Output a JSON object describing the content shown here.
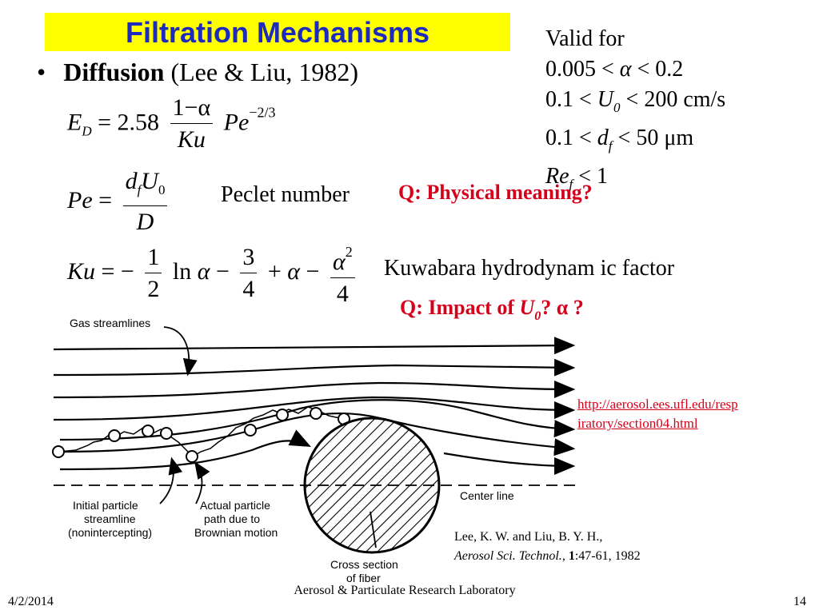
{
  "title": "Filtration Mechanisms",
  "validity": {
    "heading": "Valid for",
    "lines": [
      "0.005 < α < 0.2",
      "0.1 < U0 < 200 cm/s",
      "0.1 < df < 50 μm",
      "Ref < 1"
    ]
  },
  "bullet": {
    "term": "Diffusion",
    "reference": "(Lee & Liu, 1982)"
  },
  "equations": {
    "ed": {
      "lhs": "E",
      "lhs_sub": "D",
      "coef": "2.58",
      "num": "1−α",
      "den": "Ku",
      "pe": "Pe",
      "exp": "−2/3"
    },
    "pe": {
      "lhs": "Pe",
      "num": "d",
      "num_sub": "f",
      "num2": "U",
      "num2_sub": "0",
      "den": "D",
      "label": "Peclet number"
    },
    "ku": {
      "lhs": "Ku",
      "f1_num": "1",
      "f1_den": "2",
      "ln": "ln",
      "alpha": "α",
      "f2_num": "3",
      "f2_den": "4",
      "f3_num": "α",
      "f3_exp": "2",
      "f3_den": "4",
      "label": "Kuwabara hydrodynam ic factor"
    }
  },
  "questions": {
    "q1": "Q: Physical meaning?",
    "q2_prefix": "Q: Impact of ",
    "q2_var": "U",
    "q2_sub": "0",
    "q2_suffix": "? α ?"
  },
  "diagram": {
    "gas_streamlines": "Gas streamlines",
    "initial_1": "Initial particle",
    "initial_2": "streamline",
    "initial_3": "(nonintercepting)",
    "actual_1": "Actual particle",
    "actual_2": "path due to",
    "actual_3": "Brownian motion",
    "center_line": "Center line",
    "cross_1": "Cross section",
    "cross_2": "of fiber"
  },
  "link": {
    "line1": "http://aerosol.ees.ufl.edu/resp",
    "line2": "iratory/section04.html"
  },
  "citation": {
    "line1": "Lee, K. W. and Liu, B. Y. H.,",
    "journal": "Aerosol Sci. Technol.",
    "volume": "1",
    "pages": ":47-61, 1982"
  },
  "footer": {
    "date": "4/2/2014",
    "lab": "Aerosol & Particulate Research Laboratory",
    "page": "14"
  },
  "colors": {
    "title_bg": "#ffff00",
    "title_text": "#1c2bbd",
    "question_text": "#d7001a"
  }
}
